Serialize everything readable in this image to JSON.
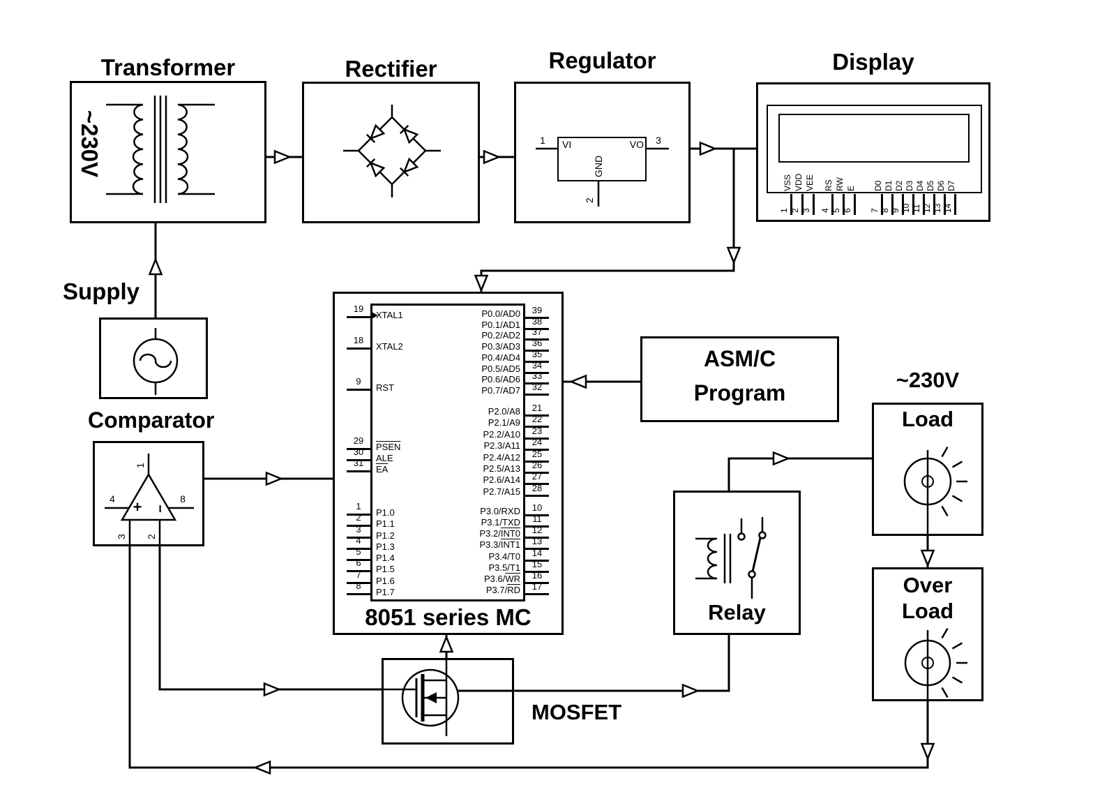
{
  "blocks": {
    "transformer": {
      "title": "Transformer",
      "voltage": "~230V"
    },
    "rectifier": {
      "title": "Rectifier"
    },
    "regulator": {
      "title": "Regulator",
      "vi": "VI",
      "vo": "VO",
      "gnd": "GND",
      "pin1": "1",
      "pin2": "2",
      "pin3": "3"
    },
    "display": {
      "title": "Display",
      "pins": [
        {
          "n": "1",
          "label": "VSS"
        },
        {
          "n": "2",
          "label": "VDD"
        },
        {
          "n": "3",
          "label": "VEE"
        },
        {
          "n": "4",
          "label": "RS"
        },
        {
          "n": "5",
          "label": "RW"
        },
        {
          "n": "6",
          "label": "E"
        },
        {
          "n": "7",
          "label": "D0"
        },
        {
          "n": "8",
          "label": "D1"
        },
        {
          "n": "9",
          "label": "D2"
        },
        {
          "n": "10",
          "label": "D3"
        },
        {
          "n": "11",
          "label": "D4"
        },
        {
          "n": "12",
          "label": "D5"
        },
        {
          "n": "13",
          "label": "D6"
        },
        {
          "n": "14",
          "label": "D7"
        }
      ]
    },
    "supply": {
      "title": "Supply"
    },
    "comparator": {
      "title": "Comparator",
      "pin_top": "1",
      "pin_left": "4",
      "pin_right": "8",
      "pin_bottom_left": "3",
      "pin_bottom_right": "2",
      "plus": "+",
      "minus": "−"
    },
    "mcu": {
      "title": "8051 series MC",
      "left_groups": [
        {
          "pins": [
            {
              "n": "19",
              "pre": "XTAL1",
              "ol": ""
            },
            {
              "n": "18",
              "pre": "XTAL2",
              "ol": ""
            },
            {
              "n": "9",
              "pre": "RST",
              "ol": ""
            }
          ]
        },
        {
          "pins": [
            {
              "n": "29",
              "pre": "",
              "ol": "PSEN"
            },
            {
              "n": "30",
              "pre": "ALE",
              "ol": ""
            },
            {
              "n": "31",
              "pre": "",
              "ol": "EA"
            }
          ]
        },
        {
          "pins": [
            {
              "n": "1",
              "pre": "P1.0",
              "ol": ""
            },
            {
              "n": "2",
              "pre": "P1.1",
              "ol": ""
            },
            {
              "n": "3",
              "pre": "P1.2",
              "ol": ""
            },
            {
              "n": "4",
              "pre": "P1.3",
              "ol": ""
            },
            {
              "n": "5",
              "pre": "P1.4",
              "ol": ""
            },
            {
              "n": "6",
              "pre": "P1.5",
              "ol": ""
            },
            {
              "n": "7",
              "pre": "P1.6",
              "ol": ""
            },
            {
              "n": "8",
              "pre": "P1.7",
              "ol": ""
            }
          ]
        }
      ],
      "right_groups": [
        {
          "pins": [
            {
              "n": "39",
              "pre": "P0.0/AD0",
              "ol": ""
            },
            {
              "n": "38",
              "pre": "P0.1/AD1",
              "ol": ""
            },
            {
              "n": "37",
              "pre": "P0.2/AD2",
              "ol": ""
            },
            {
              "n": "36",
              "pre": "P0.3/AD3",
              "ol": ""
            },
            {
              "n": "35",
              "pre": "P0.4/AD4",
              "ol": ""
            },
            {
              "n": "34",
              "pre": "P0.5/AD5",
              "ol": ""
            },
            {
              "n": "33",
              "pre": "P0.6/AD6",
              "ol": ""
            },
            {
              "n": "32",
              "pre": "P0.7/AD7",
              "ol": ""
            }
          ]
        },
        {
          "pins": [
            {
              "n": "21",
              "pre": "P2.0/A8",
              "ol": ""
            },
            {
              "n": "22",
              "pre": "P2.1/A9",
              "ol": ""
            },
            {
              "n": "23",
              "pre": "P2.2/A10",
              "ol": ""
            },
            {
              "n": "24",
              "pre": "P2.3/A11",
              "ol": ""
            },
            {
              "n": "25",
              "pre": "P2.4/A12",
              "ol": ""
            },
            {
              "n": "26",
              "pre": "P2.5/A13",
              "ol": ""
            },
            {
              "n": "27",
              "pre": "P2.6/A14",
              "ol": ""
            },
            {
              "n": "28",
              "pre": "P2.7/A15",
              "ol": ""
            }
          ]
        },
        {
          "pins": [
            {
              "n": "10",
              "pre": "P3.0/RXD",
              "ol": ""
            },
            {
              "n": "11",
              "pre": "P3.1/TXD",
              "ol": ""
            },
            {
              "n": "12",
              "pre": "P3.2/",
              "ol": "INT0"
            },
            {
              "n": "13",
              "pre": "P3.3/",
              "ol": "INT1"
            },
            {
              "n": "14",
              "pre": "P3.4/T0",
              "ol": ""
            },
            {
              "n": "15",
              "pre": "P3.5/T1",
              "ol": ""
            },
            {
              "n": "16",
              "pre": "P3.6/",
              "ol": "WR"
            },
            {
              "n": "17",
              "pre": "P3.7/",
              "ol": "RD"
            }
          ]
        }
      ]
    },
    "asm_program": {
      "line1": "ASM/C",
      "line2": "Program"
    },
    "mosfet": {
      "title": "MOSFET"
    },
    "relay": {
      "title": "Relay"
    },
    "load": {
      "voltage": "~230V",
      "title": "Load"
    },
    "overload": {
      "line1": "Over",
      "line2": "Load"
    }
  }
}
